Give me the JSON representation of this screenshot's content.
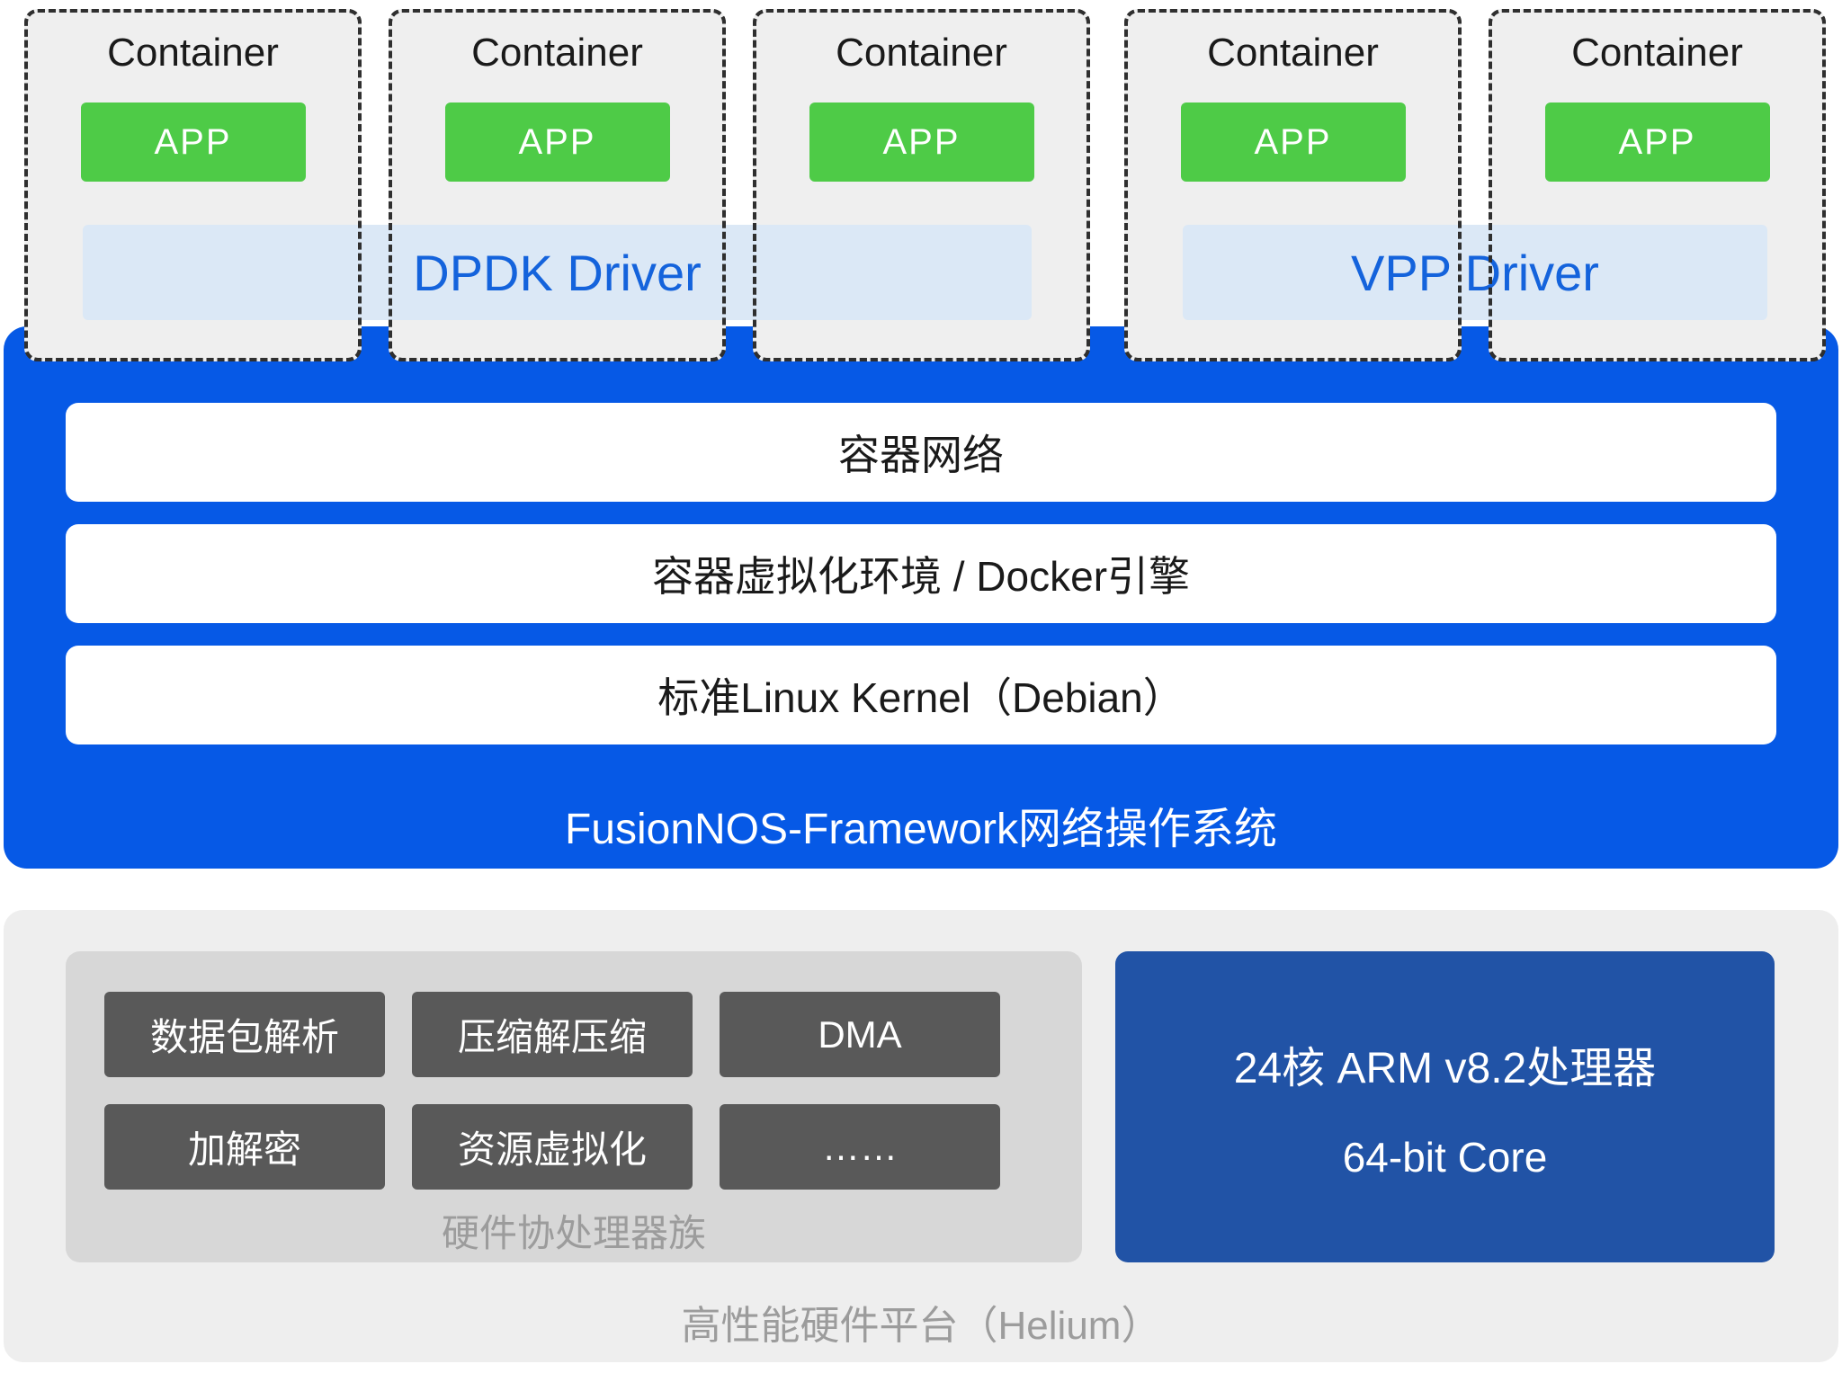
{
  "diagram": {
    "containers": [
      {
        "label": "Container",
        "app": "APP"
      },
      {
        "label": "Container",
        "app": "APP"
      },
      {
        "label": "Container",
        "app": "APP"
      },
      {
        "label": "Container",
        "app": "APP"
      },
      {
        "label": "Container",
        "app": "APP"
      }
    ],
    "drivers": {
      "dpdk": "DPDK Driver",
      "vpp": "VPP Driver"
    },
    "os": {
      "layers": [
        "容器网络",
        "容器虚拟化环境 / Docker引擎",
        "标准Linux Kernel（Debian）"
      ],
      "title": "FusionNOS-Framework网络操作系统"
    },
    "hardware": {
      "coprocessors": [
        "数据包解析",
        "压缩解压缩",
        "DMA",
        "加解密",
        "资源虚拟化",
        "……"
      ],
      "coprocessors_label": "硬件协处理器族",
      "cpu_line1": "24核 ARM v8.2处理器",
      "cpu_line2": "64-bit Core",
      "platform_label": "高性能硬件平台（Helium）"
    },
    "colors": {
      "os_blue": "#0659e6",
      "app_green": "#4ecb47",
      "driver_bar_bg": "#dbe8f6",
      "driver_text_blue": "#1463dc",
      "cpu_blue": "#2153a6",
      "chip_dark_gray": "#595959",
      "container_gray": "#efefef",
      "coproc_gray": "#d7d7d7",
      "platform_gray": "#eeeeee",
      "label_gray": "#9c9c9c",
      "dash_border": "#2f2f2f"
    }
  }
}
